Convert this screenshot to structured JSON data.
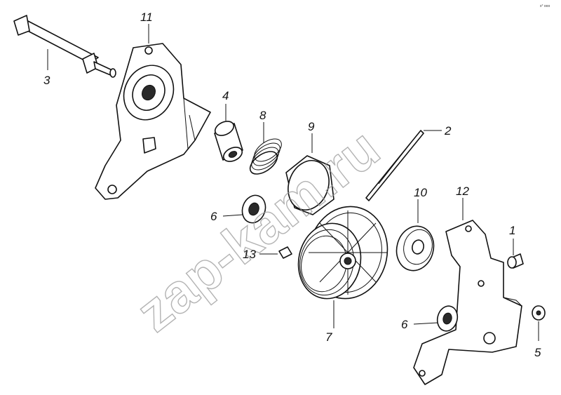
{
  "diagram": {
    "callouts": [
      "1",
      "2",
      "3",
      "4",
      "5",
      "6",
      "6",
      "7",
      "8",
      "9",
      "10",
      "11",
      "12",
      "13"
    ],
    "watermark": "zap-kam.ru",
    "corner_mark": "x° ooo"
  },
  "colors": {
    "line": "#111111",
    "background": "#ffffff",
    "watermark": "#9a9a9a"
  }
}
